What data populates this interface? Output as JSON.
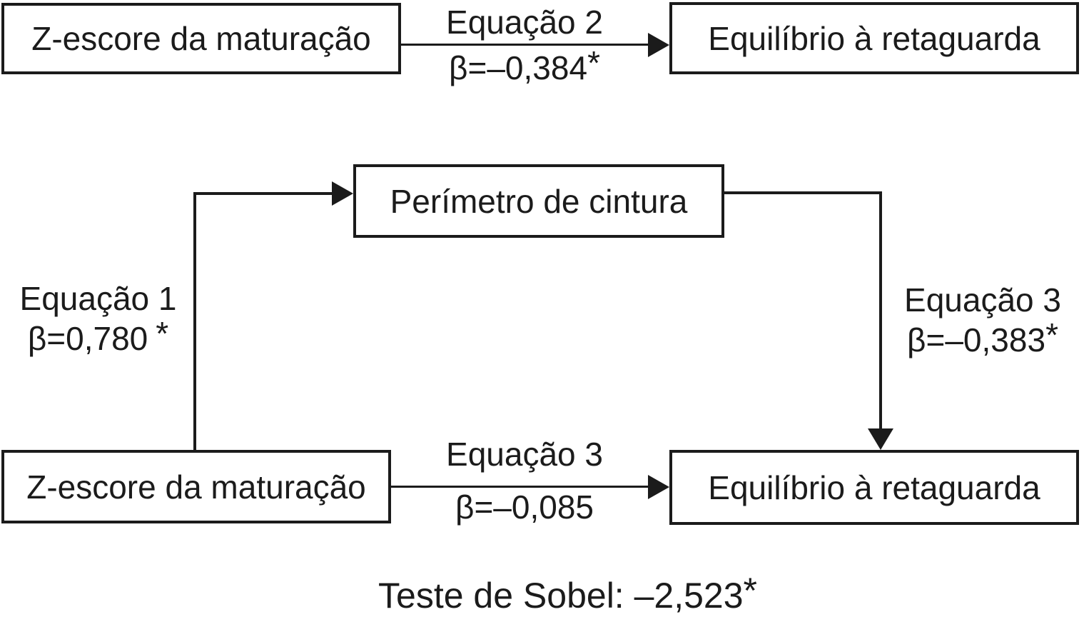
{
  "diagram": {
    "colors": {
      "ink": "#1b1b1b",
      "background": "#ffffff"
    },
    "nodes": {
      "top_left": {
        "label": "Z-escore da maturação"
      },
      "top_right": {
        "label": "Equilíbrio à retaguarda"
      },
      "mediator": {
        "label": "Perímetro de cintura"
      },
      "bottom_left": {
        "label": "Z-escore da maturação"
      },
      "bottom_right": {
        "label": "Equilíbrio à retaguarda"
      }
    },
    "edges": {
      "top": {
        "equation": "Equação 2",
        "beta": "β=–0,384",
        "star": "*"
      },
      "left": {
        "equation": "Equação 1",
        "beta": "β=0,780",
        "star": "*"
      },
      "right": {
        "equation": "Equação 3",
        "beta": "β=–0,383",
        "star": "*"
      },
      "bottom": {
        "equation": "Equação 3",
        "beta": "β=–0,085",
        "star": ""
      }
    },
    "note": {
      "text": "Teste de Sobel: –2,523",
      "star": "*"
    }
  }
}
